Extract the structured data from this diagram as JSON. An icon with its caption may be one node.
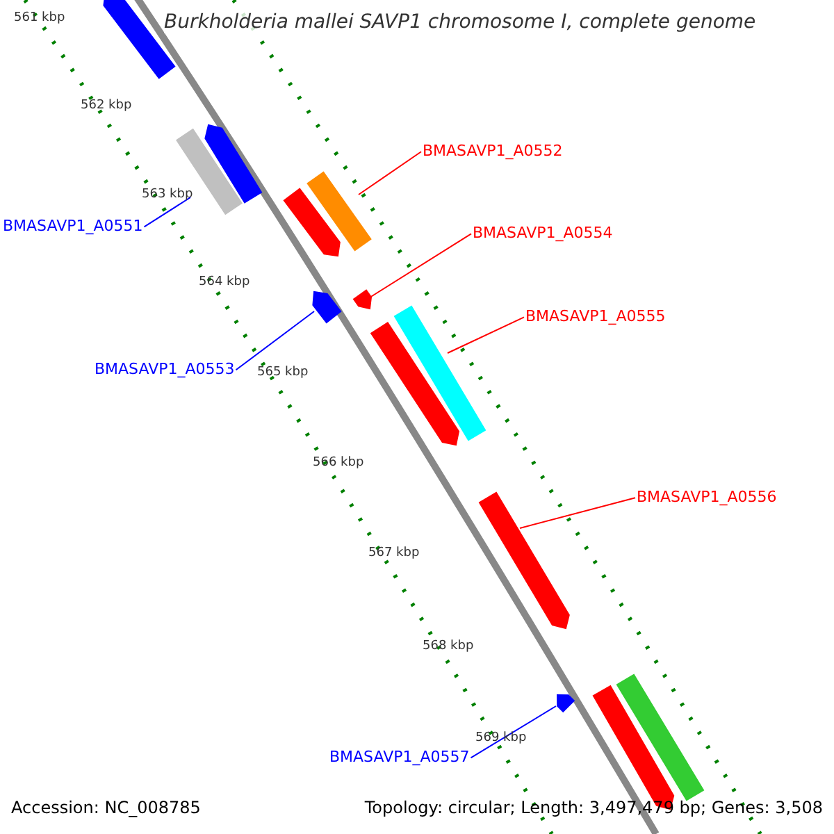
{
  "diagram": {
    "title": "Burkholderia mallei SAVP1 chromosome I, complete genome",
    "nodes": [
      {
        "text": [
          "BMASAVP1_A0552"
        ]
      },
      {
        "text": [
          "BMASAVP1_A0551"
        ]
      },
      {
        "text": [
          "BMASAVP1_A0554"
        ]
      },
      {
        "text": [
          "BMASAVP1_A0555"
        ]
      },
      {
        "text": [
          "BMASAVP1_A0553"
        ]
      },
      {
        "text": [
          "BMASAVP1_A0556"
        ]
      },
      {
        "text": [
          "BMASAVP1_A0557"
        ]
      },
      {
        "text": [],
        "shape": "bar"
      },
      {
        "text": [],
        "shape": "bar"
      },
      {
        "text": [],
        "shape": "bar"
      },
      {
        "text": [],
        "shape": "bar"
      },
      {
        "text": [],
        "shape": "bar"
      },
      {
        "text": [],
        "shape": "bar"
      },
      {
        "text": [],
        "shape": "bar"
      },
      {
        "text": [],
        "shape": "bar"
      },
      {
        "text": [],
        "shape": "bar"
      },
      {
        "text": [],
        "shape": "bar"
      },
      {
        "text": [],
        "shape": "bar"
      },
      {
        "text": [],
        "shape": "bar"
      },
      {
        "text": [],
        "shape": "bar"
      }
    ],
    "edges": [
      {
        "from": 0,
        "to": 11,
        "arrow": "none"
      },
      {
        "from": 1,
        "to": 8,
        "arrow": "none",
        "color": "#0000ff"
      },
      {
        "from": 2,
        "to": 13,
        "arrow": "none"
      },
      {
        "from": 3,
        "to": 15,
        "arrow": "none"
      },
      {
        "from": 4,
        "to": 12,
        "arrow": "none",
        "color": "#0000ff"
      },
      {
        "from": 5,
        "to": 16,
        "arrow": "none"
      },
      {
        "from": 6,
        "to": 17,
        "arrow": "none",
        "color": "#0000ff"
      }
    ],
    "labels": [
      "561 kbp",
      "562 kbp",
      "563 kbp",
      "564 kbp",
      "565 kbp",
      "566 kbp",
      "567 kbp",
      "568 kbp",
      "569 kbp",
      "Accession: NC_008785",
      "Topology: circular; Length: 3,497,479 bp; Genes: 3,508"
    ]
  }
}
